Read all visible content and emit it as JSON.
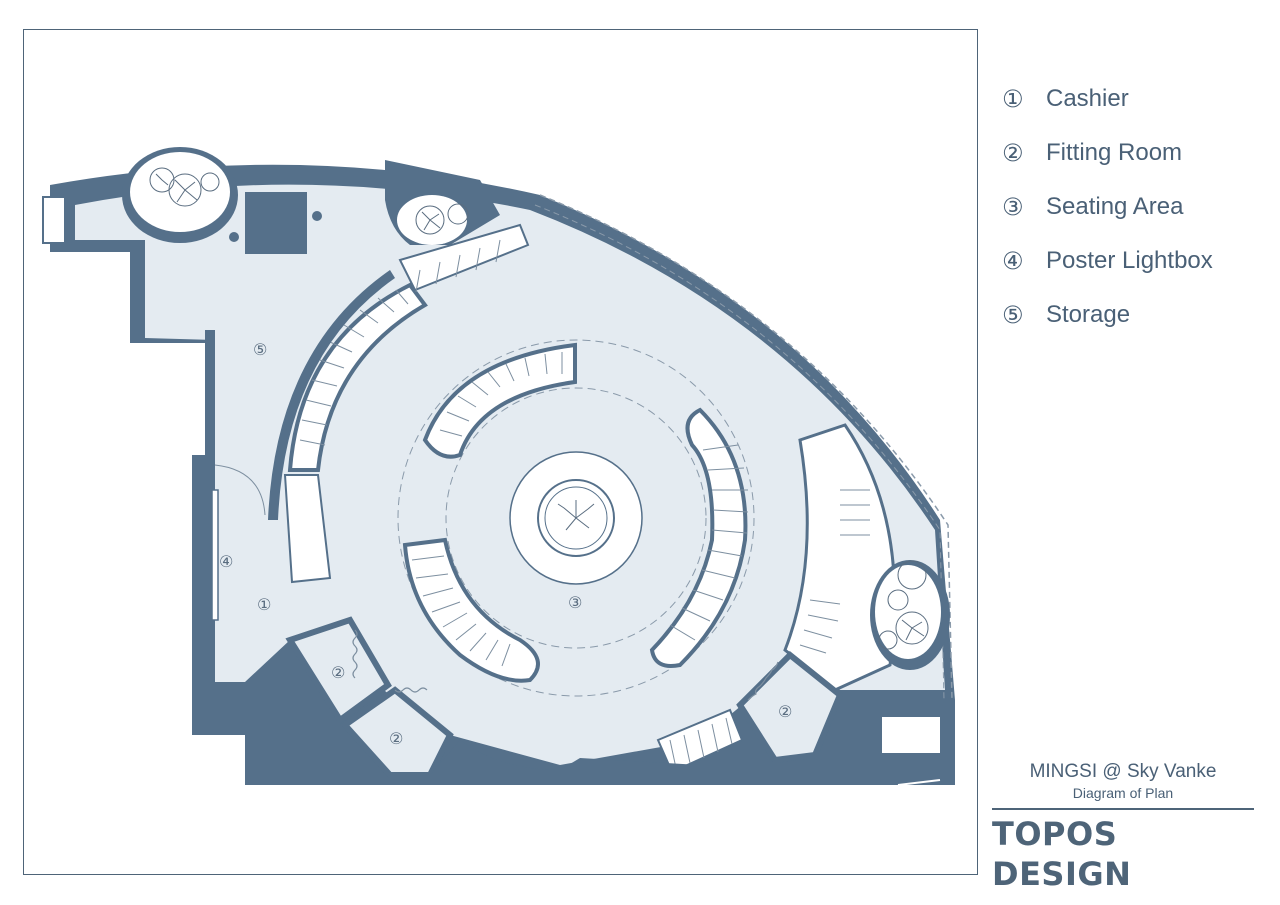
{
  "legend": [
    {
      "num": "①",
      "label": "Cashier"
    },
    {
      "num": "②",
      "label": "Fitting Room"
    },
    {
      "num": "③",
      "label": "Seating Area"
    },
    {
      "num": "④",
      "label": "Poster Lightbox"
    },
    {
      "num": "⑤",
      "label": "Storage"
    }
  ],
  "plan_labels": {
    "cashier": "①",
    "fitting_room": "②",
    "seating_area": "③",
    "poster_lightbox": "④",
    "storage": "⑤"
  },
  "title_block": {
    "project": "MINGSI @ Sky Vanke",
    "subtitle": "Diagram of Plan",
    "brand": "TOPOS DESIGN"
  },
  "colors": {
    "wall": "#55708a",
    "floor": "#e4ebf1",
    "line": "#4e6478"
  }
}
